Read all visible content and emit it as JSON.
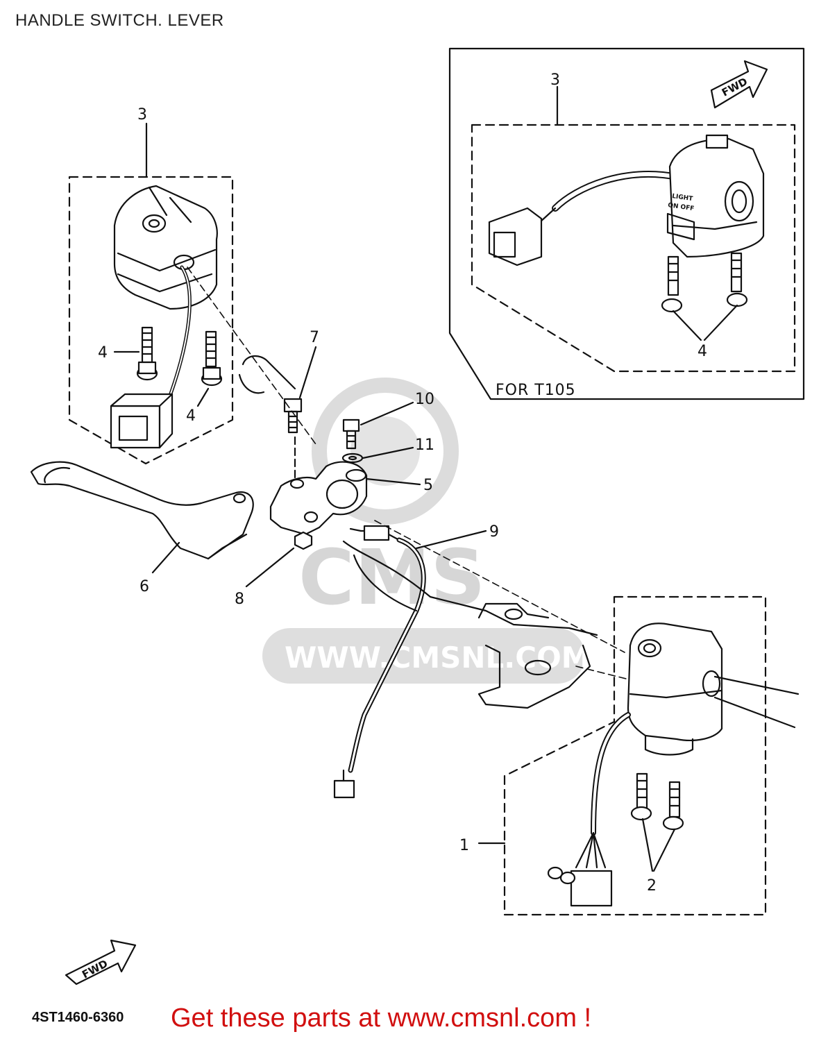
{
  "title": "HANDLE SWITCH. LEVER",
  "part_code": "4ST1460-6360",
  "cta_text": "Get these parts at www.cmsnl.com !",
  "watermark": {
    "brand": "CMS",
    "url": "WWW.CMSNL.COM"
  },
  "inset": {
    "label": "FOR  T105",
    "switch_text": {
      "line1": "LIGHT",
      "line2": "ON  OFF"
    }
  },
  "fwd_label": "FWD",
  "callouts": {
    "c1": "1",
    "c2": "2",
    "c3_left": "3",
    "c3_inset": "3",
    "c4_left_a": "4",
    "c4_left_b": "4",
    "c4_inset": "4",
    "c5": "5",
    "c6": "6",
    "c7": "7",
    "c8": "8",
    "c9": "9",
    "c10": "10",
    "c11": "11"
  },
  "colors": {
    "line": "#111111",
    "watermark": "#d9d9d9",
    "cta": "#d10f0f"
  }
}
